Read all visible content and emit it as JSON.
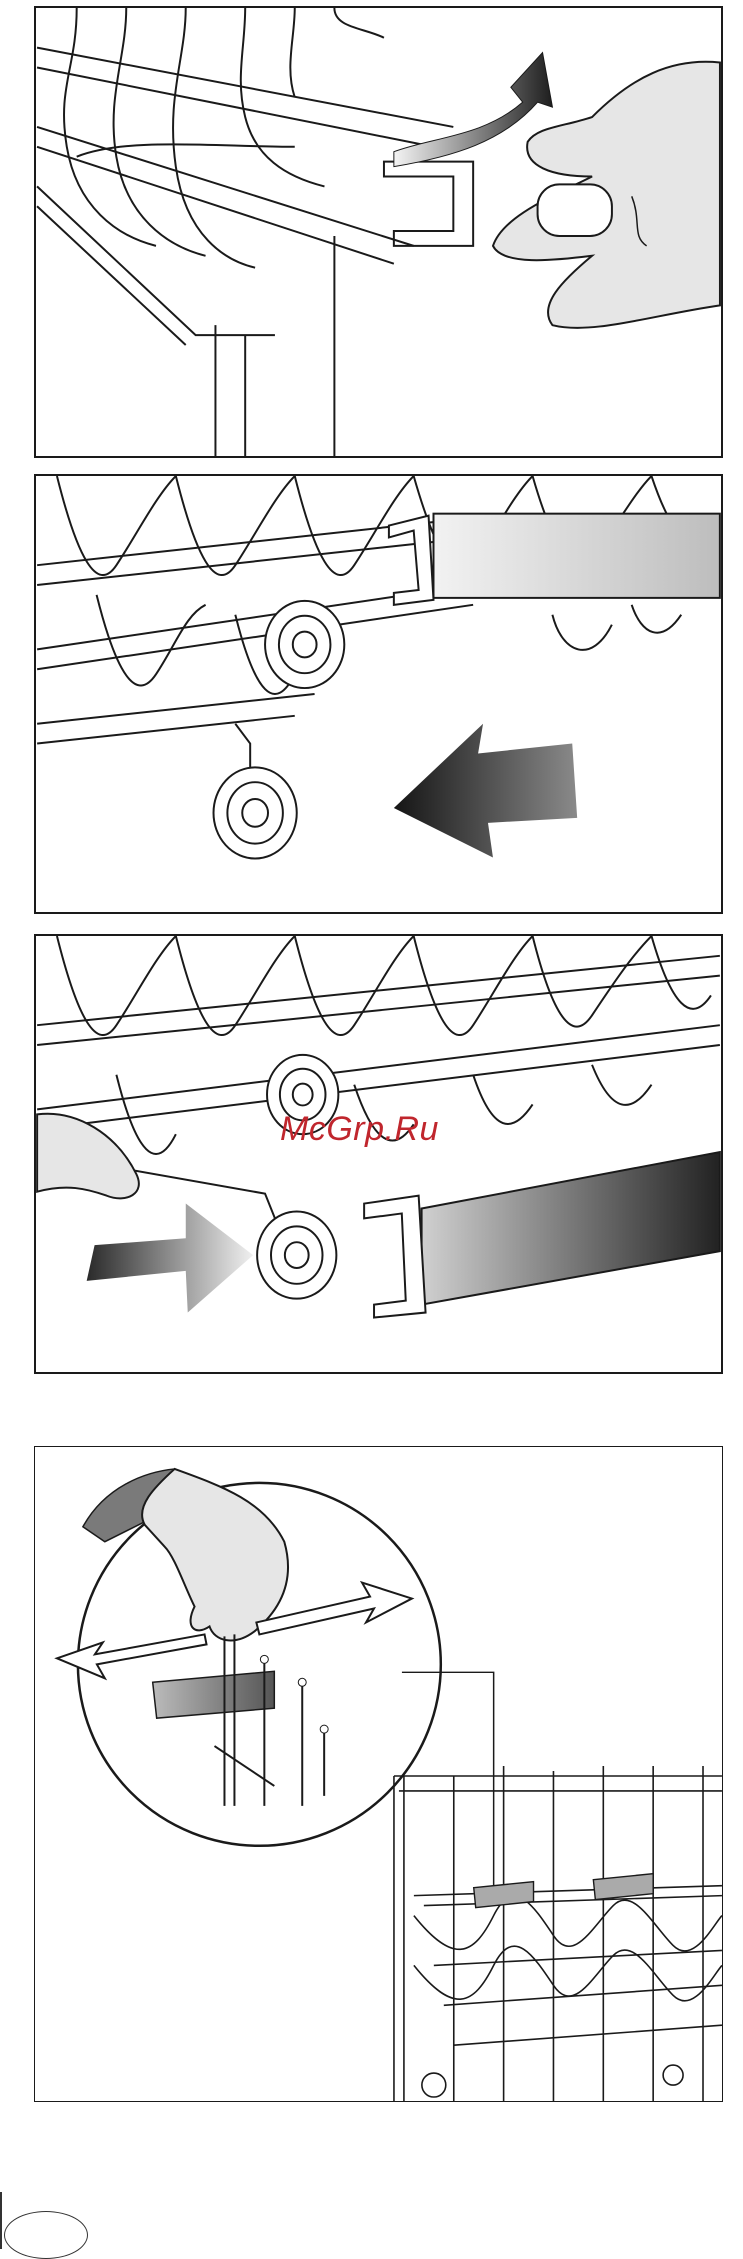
{
  "watermark": {
    "text": "McGrp.Ru",
    "color": "#c0262d"
  },
  "illustrations": [
    {
      "id": "basket-rail-lift-clip",
      "arrow": "curved-up-icon"
    },
    {
      "id": "basket-wheel-remove",
      "arrow": "arrow-left-icon"
    },
    {
      "id": "basket-wheel-insert",
      "arrow": "arrow-right-icon"
    },
    {
      "id": "rack-clip-release",
      "arrow": "double-arrow-icon"
    }
  ],
  "colors": {
    "line": "#1a1a1a",
    "rail_dark": "#2b2b2b",
    "rail_light": "#d8d8d8",
    "hand": "#e6e6e6"
  }
}
